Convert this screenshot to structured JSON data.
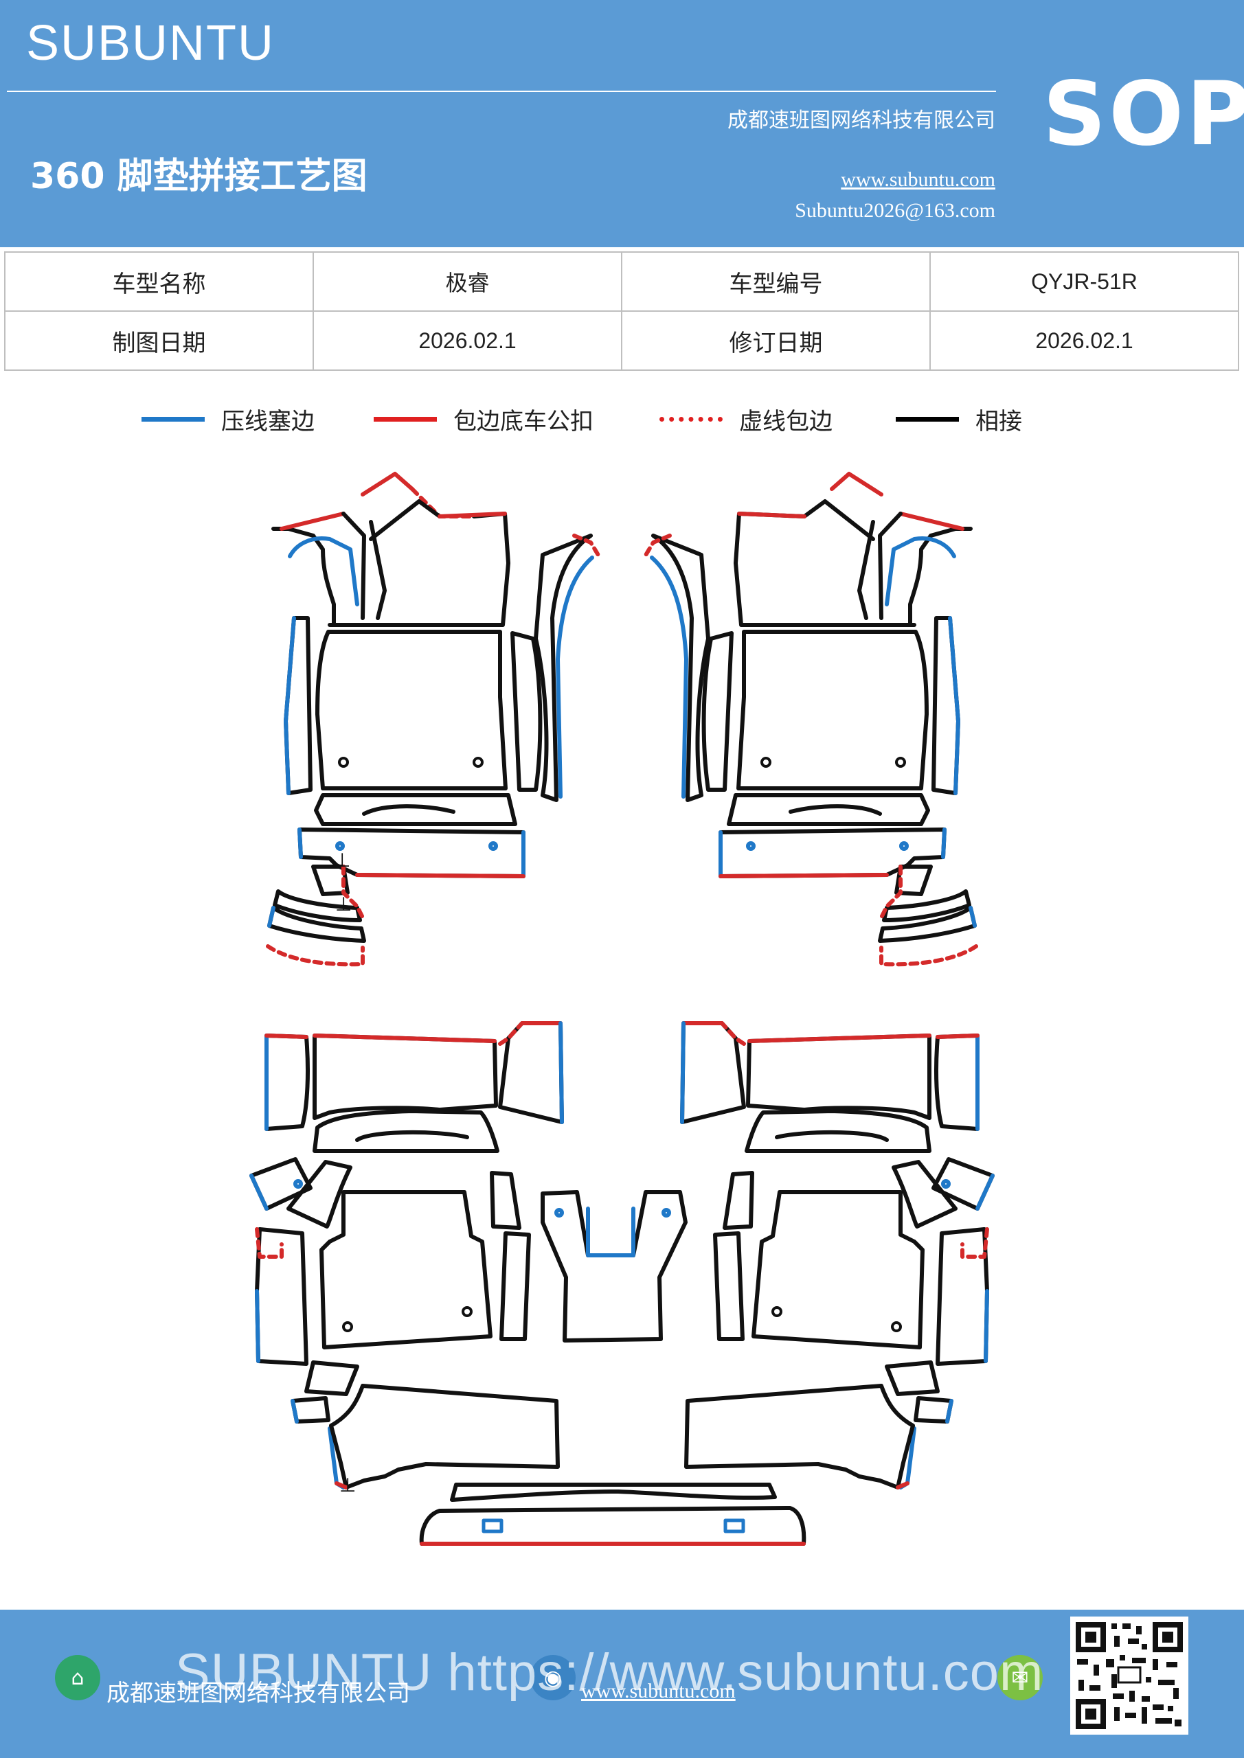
{
  "header": {
    "brand": "SUBUNTU",
    "company": "成都速班图网络科技有限公司",
    "title": "360 脚垫拼接工艺图",
    "website": "www.subuntu.com",
    "email": "Subuntu2026@163.com",
    "badge": "SOP"
  },
  "info_table": {
    "rows": [
      {
        "label1": "车型名称",
        "value1": "极睿",
        "label2": "车型编号",
        "value2": "QYJR-51R"
      },
      {
        "label1": "制图日期",
        "value1": "2026.02.1",
        "label2": "修订日期",
        "value2": "2026.02.1"
      }
    ]
  },
  "legend": [
    {
      "label": "压线塞边",
      "color": "#1f78c8",
      "style": "solid"
    },
    {
      "label": "包边底车公扣",
      "color": "#e02020",
      "style": "solid"
    },
    {
      "label": "虚线包边",
      "color": "#e02020",
      "style": "dashed"
    },
    {
      "label": "相接",
      "color": "#000000",
      "style": "solid"
    }
  ],
  "colors": {
    "header_bg": "#5b9bd5",
    "blue_edge": "#1f78c8",
    "red_edge": "#d42a2a",
    "black_edge": "#111111"
  },
  "footer": {
    "company": "成都速班图网络科技有限公司",
    "website": "www.subuntu.com",
    "watermark": "SUBUNTU https://www.subuntu.com",
    "icons": [
      "building-icon",
      "globe-icon",
      "wechat-icon"
    ]
  }
}
